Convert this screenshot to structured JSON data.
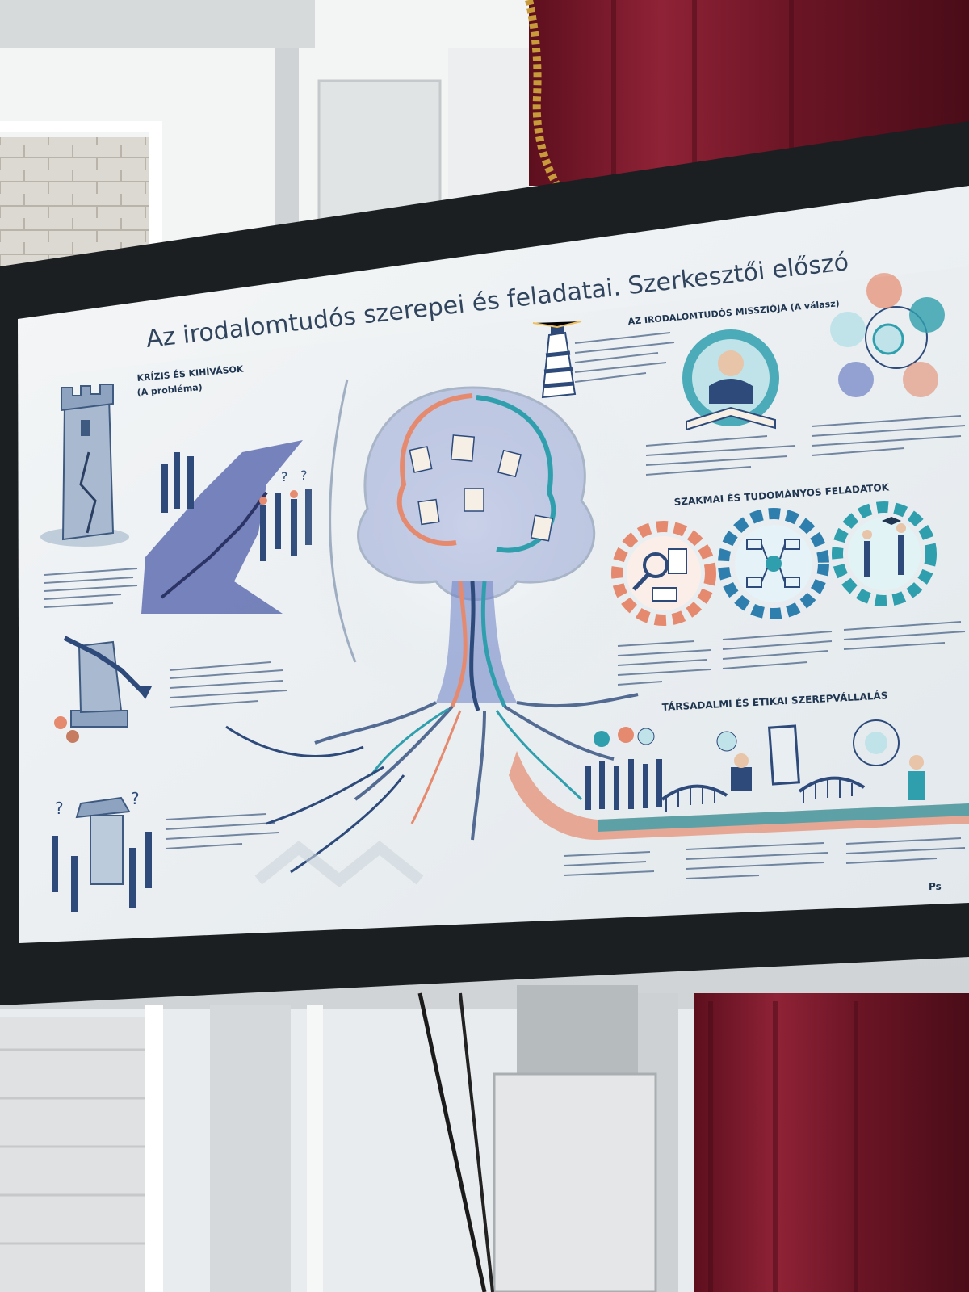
{
  "slide": {
    "title": "Az irodalomtudós szerepei és feladatai. Szerkesztői előszó",
    "sections": {
      "crisis": {
        "label": "KRÍZIS ÉS KIHÍVÁSOK",
        "sub": "(A probléma)"
      },
      "mission": {
        "label": "AZ IRODALOMTUDÓS MISSZIÓJA (A válasz)"
      },
      "professional": {
        "label": "SZAKMAI ÉS TUDOMÁNYOS FELADATOK"
      },
      "social": {
        "label": "TÁRSADALMI ÉS ETIKAI SZEREPVÁLLALÁS"
      }
    },
    "logo_text": "Ps"
  },
  "colors": {
    "screen_bezel": "#1c1f22",
    "slide_bg": "#eef1f3",
    "curtain": "#7e1a2c",
    "accent_teal": "#2f9fae",
    "accent_coral": "#e58a6e",
    "accent_navy": "#2d4a7a"
  }
}
